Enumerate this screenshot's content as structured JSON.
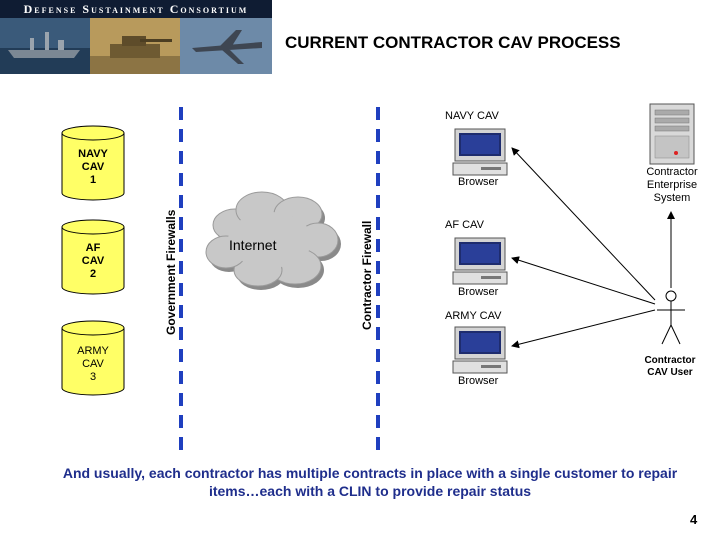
{
  "header": {
    "banner_title": "Defense Sustainment Consortium",
    "title": "CURRENT CONTRACTOR CAV PROCESS"
  },
  "databases": [
    {
      "label": "NAVY\nCAV\n1"
    },
    {
      "label": "AF\nCAV\n2"
    },
    {
      "label": "ARMY\nCAV\n3"
    }
  ],
  "firewalls": {
    "government": "Government Firewalls",
    "contractor": "Contractor Firewall"
  },
  "cloud": {
    "label": "Internet"
  },
  "workstations": [
    {
      "group_label": "NAVY CAV",
      "browser_label": "Browser"
    },
    {
      "group_label": "AF CAV",
      "browser_label": "Browser"
    },
    {
      "group_label": "ARMY CAV",
      "browser_label": "Browser"
    }
  ],
  "server": {
    "label": "Contractor\nEnterprise\nSystem"
  },
  "user": {
    "label": "Contractor\nCAV User"
  },
  "footer": {
    "text": "And usually, each contractor has multiple contracts in place with a single customer to repair items…each with a CLIN to provide repair status"
  },
  "page_number": "4",
  "colors": {
    "cylinder_fill": "#ffff66",
    "firewall_dash": "#1f3fbf",
    "cloud_fill": "#c8c8c8",
    "footer_text": "#1f2e8c"
  }
}
